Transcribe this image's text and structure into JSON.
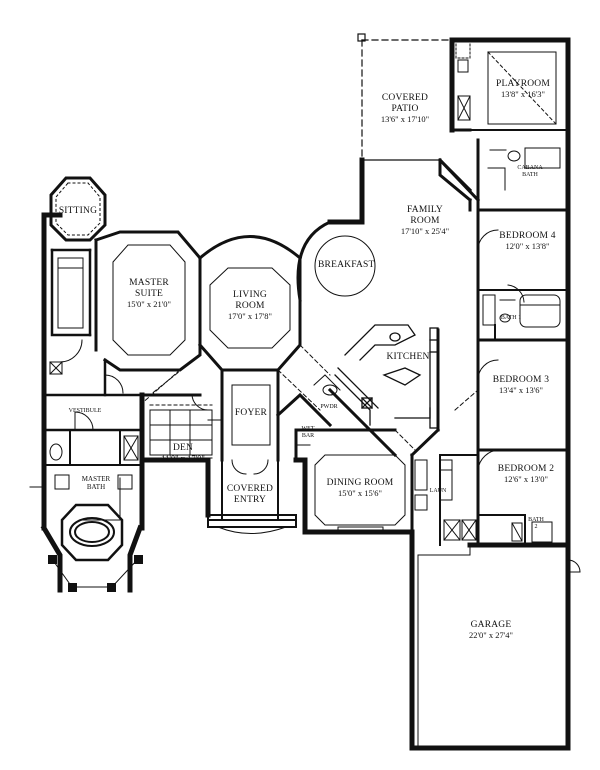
{
  "rooms": {
    "covered_patio": {
      "name_line1": "COVERED",
      "name_line2": "PATIO",
      "dims": "13'6\" x 17'10\""
    },
    "playroom": {
      "name": "PLAYROOM",
      "dims": "13'8\" x 16'3\""
    },
    "cabana_bath": {
      "name_line1": "CABANA",
      "name_line2": "BATH"
    },
    "family_room": {
      "name_line1": "FAMILY",
      "name_line2": "ROOM",
      "dims": "17'10\" x 25'4\""
    },
    "bedroom4": {
      "name": "BEDROOM 4",
      "dims": "12'0\" x 13'8\""
    },
    "breakfast": {
      "name": "BREAKFAST"
    },
    "sitting": {
      "name": "SITTING"
    },
    "master_suite": {
      "name_line1": "MASTER",
      "name_line2": "SUITE",
      "dims": "15'0\" x 21'0\""
    },
    "living_room": {
      "name_line1": "LIVING",
      "name_line2": "ROOM",
      "dims": "17'0\" x 17'8\""
    },
    "bath1": {
      "name": "BATH 1"
    },
    "kitchen": {
      "name": "KITCHEN"
    },
    "bedroom3": {
      "name": "BEDROOM 3",
      "dims": "13'4\" x 13'6\""
    },
    "vestibule": {
      "name": "VESTIBULE"
    },
    "foyer": {
      "name": "FOYER"
    },
    "pwdr": {
      "name": "PWDR"
    },
    "wet_bar": {
      "name_line1": "WET",
      "name_line2": "BAR"
    },
    "den": {
      "name": "DEN",
      "dims": "11'0\" x 17'0\""
    },
    "master_bath": {
      "name_line1": "MASTER",
      "name_line2": "BATH"
    },
    "covered_entry": {
      "name_line1": "COVERED",
      "name_line2": "ENTRY"
    },
    "dining_room": {
      "name": "DINING ROOM",
      "dims": "15'0\" x 15'6\""
    },
    "laun": {
      "name": "LAUN"
    },
    "bedroom2": {
      "name": "BEDROOM 2",
      "dims": "12'6\" x 13'0\""
    },
    "bath2": {
      "name_line1": "BATH",
      "name_line2": "2"
    },
    "garage": {
      "name": "GARAGE",
      "dims": "22'0\" x 27'4\""
    }
  }
}
